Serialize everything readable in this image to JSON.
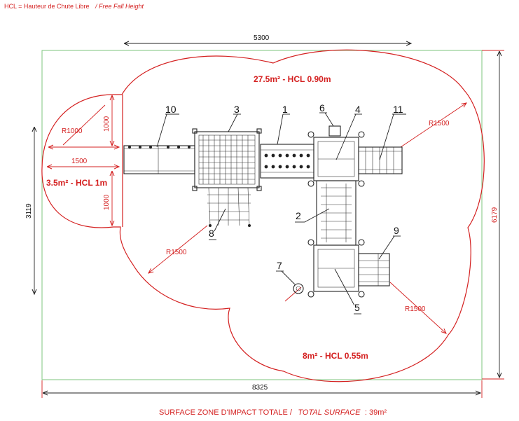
{
  "header": {
    "abbr": "HCL = Hauteur de Chute Libre",
    "translation": "/ Free Fall Height"
  },
  "dimensions": {
    "top_width": "5300",
    "bottom_width": "8325",
    "left_height": "3119",
    "right_height": "6179",
    "left_radius": "R1000",
    "left_depth": "1500",
    "left_upper": "1000",
    "left_lower": "1000",
    "radius_top_right": "R1500",
    "radius_left": "R1500",
    "radius_bottom_right": "R1500"
  },
  "zones": {
    "top": "27.5m² - HCL 0.90m",
    "left": "3.5m² - HCL 1m",
    "bottom": "8m² - HCL 0.55m"
  },
  "callouts": [
    "1",
    "2",
    "3",
    "4",
    "5",
    "6",
    "7",
    "8",
    "9",
    "10",
    "11"
  ],
  "footer": {
    "label": "SURFACE ZONE D'IMPACT TOTALE /",
    "label_en": "TOTAL SURFACE",
    "value": ": 39m²"
  },
  "colors": {
    "zone_outline": "#d42020",
    "ground_outline": "#7cc67c",
    "drawing": "#222222"
  }
}
